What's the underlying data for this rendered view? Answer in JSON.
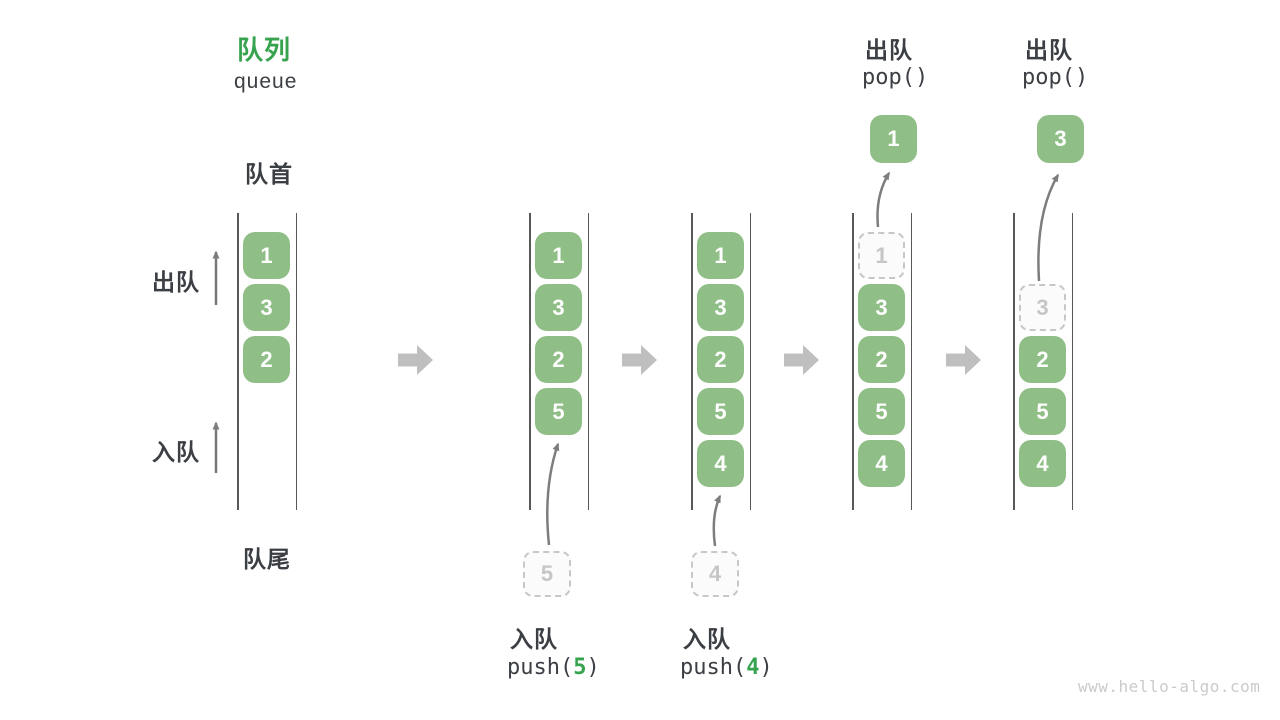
{
  "header": {
    "title": "队列",
    "subtitle": "queue"
  },
  "side_labels": {
    "front": "队首",
    "rear": "队尾",
    "dequeue": "出队",
    "enqueue": "入队"
  },
  "queue_states": [
    {
      "name": "initial",
      "cells": [
        {
          "row": 1,
          "value": "1",
          "dashed": false
        },
        {
          "row": 2,
          "value": "3",
          "dashed": false
        },
        {
          "row": 3,
          "value": "2",
          "dashed": false
        }
      ]
    },
    {
      "name": "after-push-5",
      "cells": [
        {
          "row": 1,
          "value": "1",
          "dashed": false
        },
        {
          "row": 2,
          "value": "3",
          "dashed": false
        },
        {
          "row": 3,
          "value": "2",
          "dashed": false
        },
        {
          "row": 4,
          "value": "5",
          "dashed": false
        }
      ]
    },
    {
      "name": "after-push-4",
      "cells": [
        {
          "row": 1,
          "value": "1",
          "dashed": false
        },
        {
          "row": 2,
          "value": "3",
          "dashed": false
        },
        {
          "row": 3,
          "value": "2",
          "dashed": false
        },
        {
          "row": 4,
          "value": "5",
          "dashed": false
        },
        {
          "row": 5,
          "value": "4",
          "dashed": false
        }
      ]
    },
    {
      "name": "after-pop-1",
      "cells": [
        {
          "row": 1,
          "value": "1",
          "dashed": true
        },
        {
          "row": 2,
          "value": "3",
          "dashed": false
        },
        {
          "row": 3,
          "value": "2",
          "dashed": false
        },
        {
          "row": 4,
          "value": "5",
          "dashed": false
        },
        {
          "row": 5,
          "value": "4",
          "dashed": false
        }
      ]
    },
    {
      "name": "after-pop-3",
      "cells": [
        {
          "row": 2,
          "value": "3",
          "dashed": true
        },
        {
          "row": 3,
          "value": "2",
          "dashed": false
        },
        {
          "row": 4,
          "value": "5",
          "dashed": false
        },
        {
          "row": 5,
          "value": "4",
          "dashed": false
        }
      ]
    }
  ],
  "push_operations": [
    {
      "label": "入队",
      "code_before": "push(",
      "arg": "5",
      "code_after": ")",
      "staged_value": "5"
    },
    {
      "label": "入队",
      "code_before": "push(",
      "arg": "4",
      "code_after": ")",
      "staged_value": "4"
    }
  ],
  "pop_operations": [
    {
      "label": "出队",
      "code": "pop()",
      "popped_value": "1"
    },
    {
      "label": "出队",
      "code": "pop()",
      "popped_value": "3"
    }
  ],
  "colors": {
    "cell_green": "#8fbe86",
    "accent_green": "#37a34f",
    "dark_text": "#3b3f44",
    "rail_line": "#585858",
    "block_arrow": "#bfbfbf",
    "curve_arrow": "#7d7d7d",
    "dashed_border": "#c7c7c7",
    "dashed_text": "#c6c6c6",
    "watermark": "#cbcbcb"
  },
  "watermark": "www.hello-algo.com"
}
